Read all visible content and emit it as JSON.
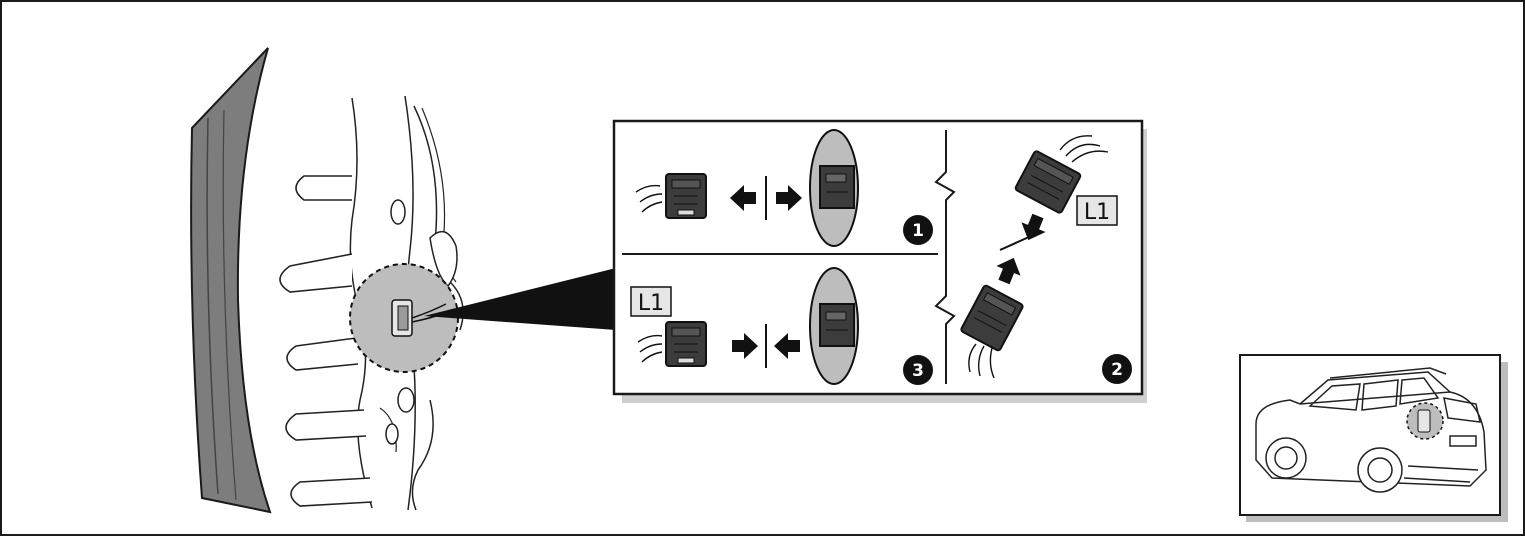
{
  "panel": {
    "steps": [
      {
        "number": "1",
        "action": "disconnect"
      },
      {
        "number": "2",
        "action": "reconnect-inline"
      },
      {
        "number": "3",
        "action": "connect"
      }
    ],
    "connector_labels": [
      "L1",
      "L1"
    ]
  },
  "colors": {
    "outline": "#1a1a1a",
    "connector_body": "#3c3c3c",
    "magnifier_fill": "#bdbdbd",
    "trim_strip": "#7d7d7d",
    "callout_wedge": "#111111"
  },
  "icons": [
    "magnifier-callout",
    "connector-plug",
    "connector-socket",
    "arrow",
    "vehicle-locator"
  ]
}
